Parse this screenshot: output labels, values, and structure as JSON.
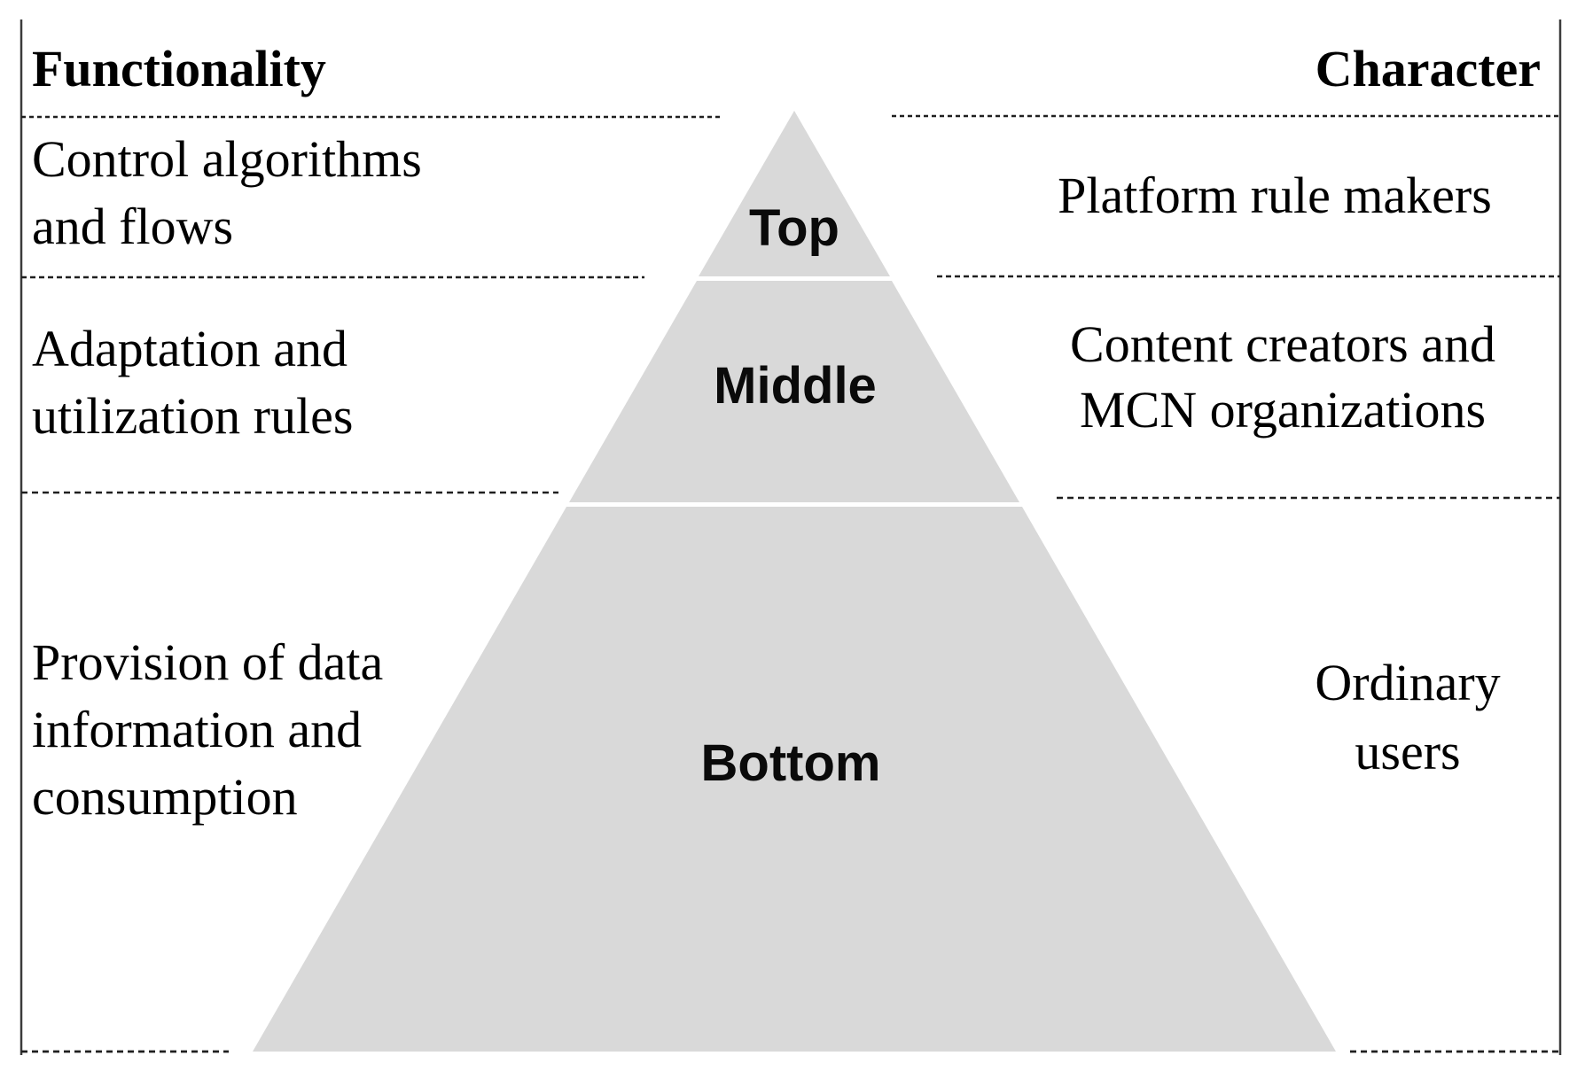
{
  "figure": {
    "headers": {
      "left": "Functionality",
      "right": "Character"
    },
    "rows": [
      {
        "functionality": "Control algorithms\nand flows",
        "level": "Top",
        "character": "Platform rule makers"
      },
      {
        "functionality": "Adaptation and\nutilization rules",
        "level": "Middle",
        "character": "Content creators and\nMCN organizations"
      },
      {
        "functionality": "Provision of data\ninformation and\nconsumption",
        "level": "Bottom",
        "character": "Ordinary\nusers"
      }
    ],
    "pyramid": {
      "fill": "#d9d9d9",
      "levels": [
        "Top",
        "Middle",
        "Bottom"
      ]
    },
    "line_color": "#1f1f1f"
  }
}
